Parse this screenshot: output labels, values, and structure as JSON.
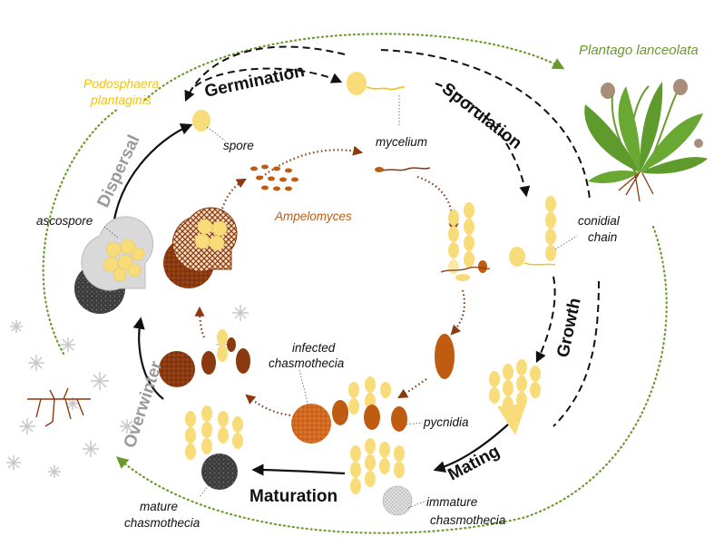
{
  "host": {
    "name": "Plantago lanceolata"
  },
  "pathogen": {
    "name_line1": "Podosphaera",
    "name_line2": "plantaginis"
  },
  "hyperparasite": {
    "name": "Ampelomyces"
  },
  "stages": {
    "germination": "Germination",
    "sporulation": "Sporulation",
    "growth": "Growth",
    "mating": "Mating",
    "maturation": "Maturation",
    "overwinter": "Overwinter",
    "dispersal": "Dispersal"
  },
  "labels": {
    "spore": "spore",
    "mycelium": "mycelium",
    "conidial_line1": "conidial",
    "conidial_line2": "chain",
    "ascospore": "ascospore",
    "infected_line1": "infected",
    "infected_line2": "chasmothecia",
    "pycnidia": "pycnidia",
    "mature_line1": "mature",
    "mature_line2": "chasmothecia",
    "immature_line1": "immature",
    "immature_line2": "chasmothecia"
  },
  "colors": {
    "fungus_yellow": "#f9dc7a",
    "fungus_light": "#fbe8a6",
    "hyperparasite_orange": "#d2691e",
    "hyperparasite_brown": "#8b3a0f",
    "host_green": "#6a9a2c",
    "chasmothecia_dark": "#3a3a3a"
  }
}
